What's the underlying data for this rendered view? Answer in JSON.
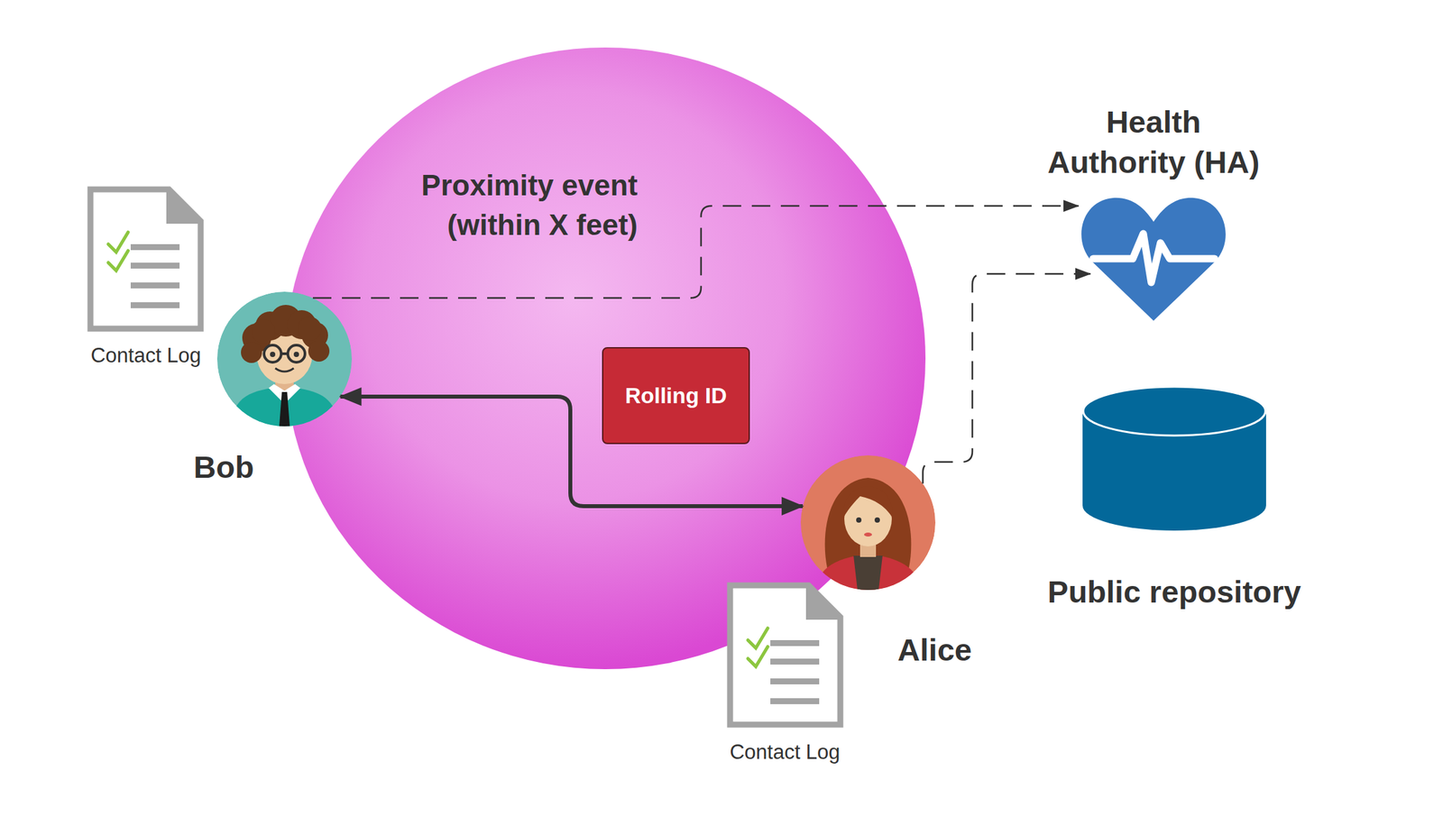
{
  "diagram": {
    "nodes": [
      {
        "text": [
          "Proximity event (within X feet)"
        ]
      },
      {
        "text": [
          "Rolling ID"
        ],
        "in": 0
      },
      {
        "text": [
          "Contact Log"
        ]
      },
      {
        "text": [
          "Bob"
        ]
      },
      {
        "text": [
          "Alice"
        ]
      },
      {
        "text": [
          "Contact Log"
        ]
      },
      {
        "text": [
          "Health Authority (HA)"
        ]
      },
      {
        "text": [
          "Public repository"
        ]
      }
    ],
    "edges": [
      {
        "from": 3,
        "to": 4,
        "arrow": "both"
      },
      {
        "from": 3,
        "to": 6,
        "arrow": "to"
      },
      {
        "from": 4,
        "to": 6,
        "arrow": "to"
      }
    ]
  }
}
